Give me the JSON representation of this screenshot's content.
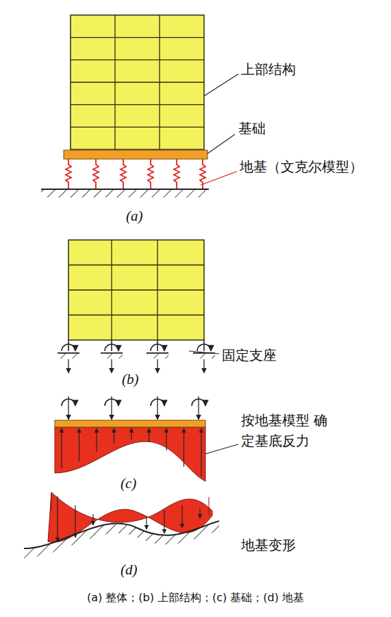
{
  "diagram": {
    "caption": "(a) 整体；(b) 上部结构；(c) 基础；(d) 地基",
    "labels": [
      "上部结构",
      "基础",
      "地基（文克尔模型）",
      "(a)",
      "固定支座",
      "(b)",
      "按地基模型 确定基底反力",
      "(c)",
      "地基变形",
      "(d)"
    ]
  }
}
